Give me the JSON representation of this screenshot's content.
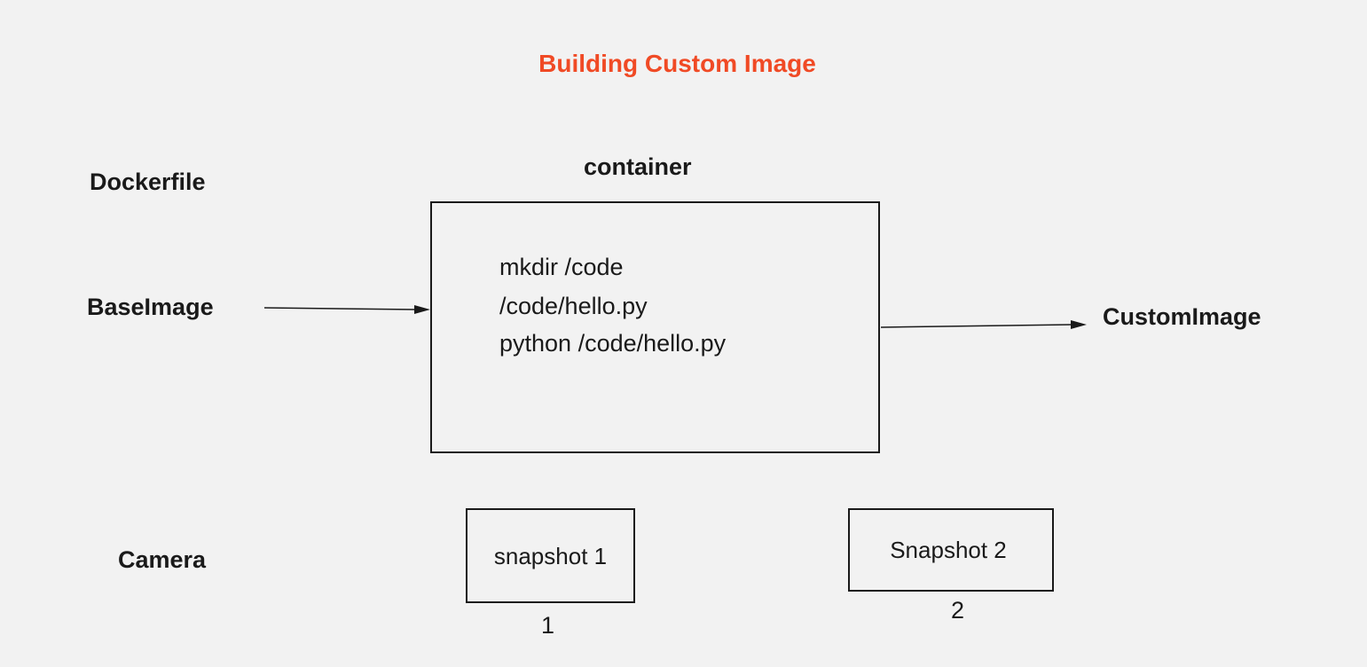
{
  "title": "Building Custom Image",
  "labels": {
    "dockerfile": "Dockerfile",
    "container": "container",
    "base_image": "BaseImage",
    "custom_image": "CustomImage",
    "camera": "Camera"
  },
  "container_box": {
    "lines": [
      "mkdir  /code",
      "/code/hello.py",
      "python /code/hello.py"
    ]
  },
  "snapshots": [
    {
      "label": "snapshot 1",
      "number": "1"
    },
    {
      "label": "Snapshot 2",
      "number": "2"
    }
  ],
  "colors": {
    "title": "#f04a25",
    "ink": "#1a1a1a",
    "background": "#f2f2f2"
  }
}
